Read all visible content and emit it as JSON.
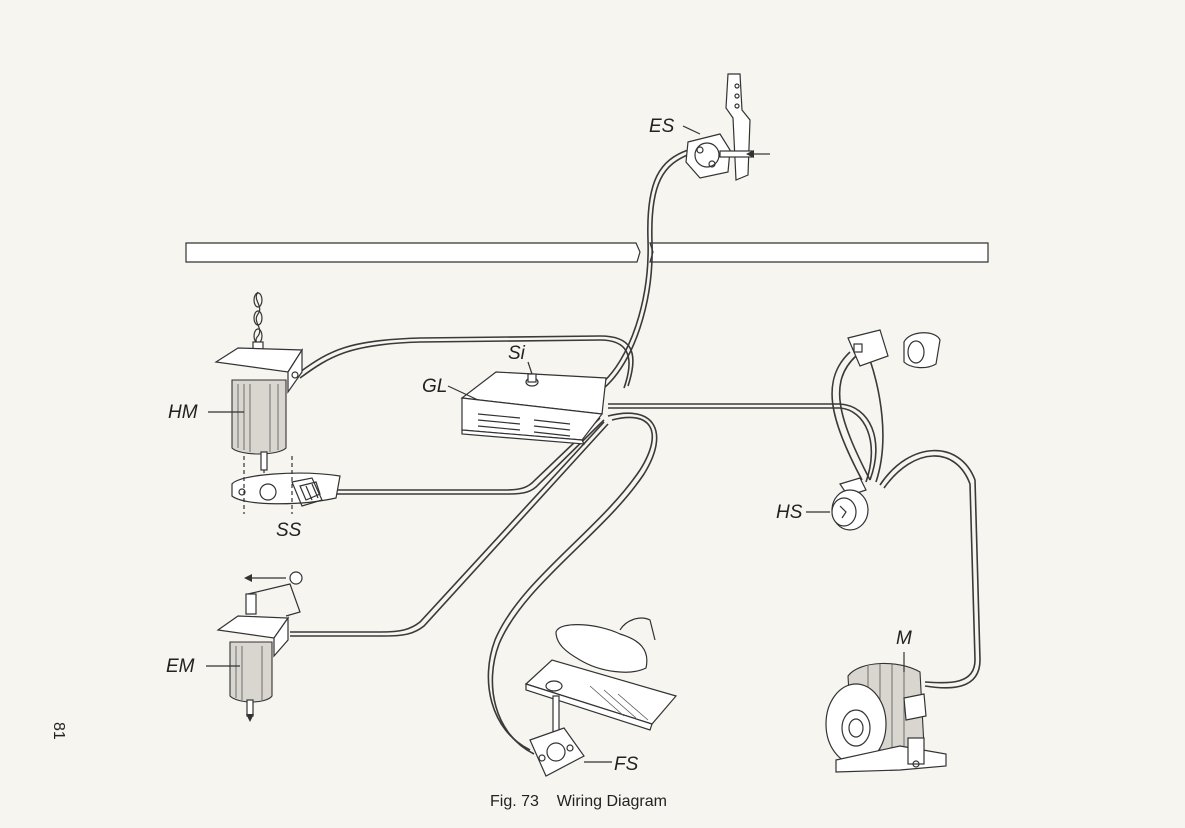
{
  "page_number": "81",
  "caption": "Fig. 73    Wiring Diagram",
  "labels": {
    "es": "ES",
    "si": "Si",
    "gl": "GL",
    "hm": "HM",
    "ss": "SS",
    "hs": "HS",
    "em": "EM",
    "m": "M",
    "fs": "FS"
  }
}
